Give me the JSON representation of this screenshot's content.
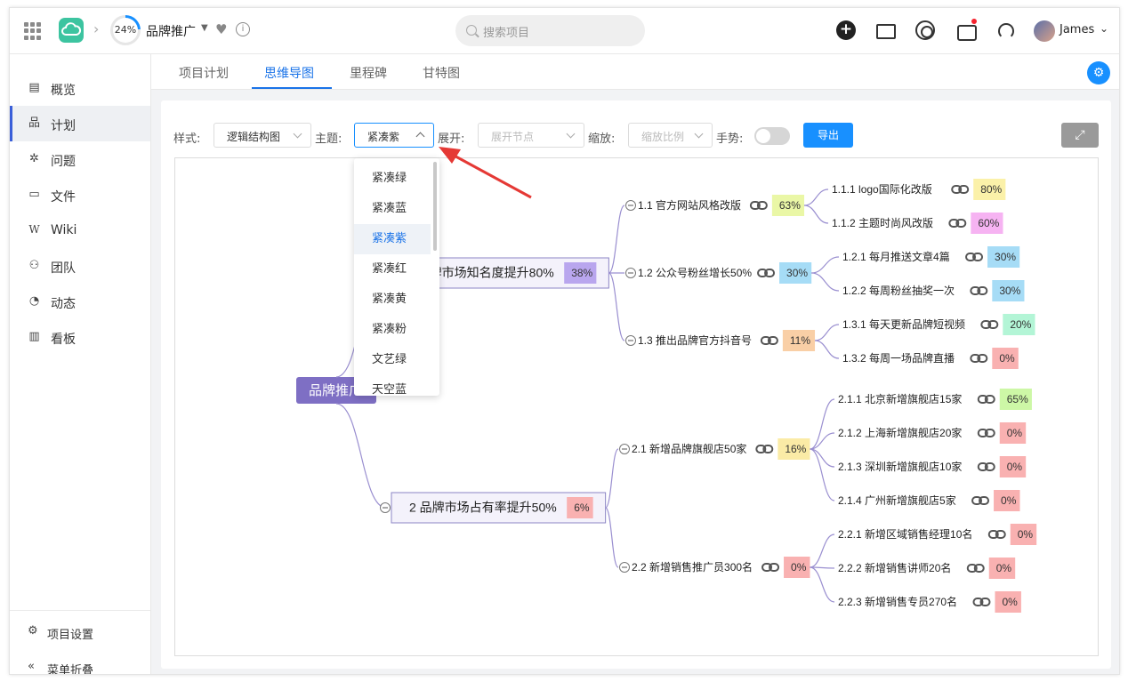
{
  "topbar": {
    "progress": "24%",
    "project_name": "品牌推广",
    "search_placeholder": "搜索项目",
    "user_name": "James"
  },
  "sidebar": {
    "items": [
      {
        "label": "概览",
        "icon": "list-icon"
      },
      {
        "label": "计划",
        "icon": "hierarchy-icon"
      },
      {
        "label": "问题",
        "icon": "bug-icon"
      },
      {
        "label": "文件",
        "icon": "folder-icon"
      },
      {
        "label": "Wiki",
        "icon": "wiki-icon"
      },
      {
        "label": "团队",
        "icon": "team-icon"
      },
      {
        "label": "动态",
        "icon": "fire-icon"
      },
      {
        "label": "看板",
        "icon": "bar-chart-icon"
      }
    ],
    "settings_label": "项目设置",
    "collapse_label": "菜单折叠"
  },
  "tabs": [
    "项目计划",
    "思维导图",
    "里程碑",
    "甘特图"
  ],
  "toolbar": {
    "style_label": "样式:",
    "style_value": "逻辑结构图",
    "theme_label": "主题:",
    "theme_value": "紧凑紫",
    "expand_label": "展开:",
    "expand_placeholder": "展开节点",
    "zoom_label": "缩放:",
    "zoom_placeholder": "缩放比例",
    "gesture_label": "手势:",
    "export_label": "导出"
  },
  "theme_options": [
    "紧凑绿",
    "紧凑蓝",
    "紧凑紫",
    "紧凑红",
    "紧凑黄",
    "紧凑粉",
    "文艺绿",
    "天空蓝"
  ],
  "mindmap": {
    "root": "品牌推广",
    "branches": [
      {
        "label": "1 品牌市场知名度提升80%",
        "pct": "38%",
        "pct_color": "#b9a6ee",
        "children": [
          {
            "label": "1.1 官方网站风格改版",
            "pct": "63%",
            "pct_color": "#eaf7a6",
            "children": [
              {
                "label": "1.1.1 logo国际化改版",
                "pct": "80%",
                "pct_color": "#fbf1a9"
              },
              {
                "label": "1.1.2 主题时尚风改版",
                "pct": "60%",
                "pct_color": "#f6b3f2"
              }
            ]
          },
          {
            "label": "1.2 公众号粉丝增长50%",
            "pct": "30%",
            "pct_color": "#a6dcf6",
            "children": [
              {
                "label": "1.2.1 每月推送文章4篇",
                "pct": "30%",
                "pct_color": "#a6dcf6"
              },
              {
                "label": "1.2.2 每周粉丝抽奖一次",
                "pct": "30%",
                "pct_color": "#a6dcf6"
              }
            ]
          },
          {
            "label": "1.3 推出品牌官方抖音号",
            "pct": "11%",
            "pct_color": "#f9cfa6",
            "children": [
              {
                "label": "1.3.1 每天更新品牌短视频",
                "pct": "20%",
                "pct_color": "#b3f5d6"
              },
              {
                "label": "1.3.2 每周一场品牌直播",
                "pct": "0%",
                "pct_color": "#f9b1b1"
              }
            ]
          }
        ]
      },
      {
        "label": "2 品牌市场占有率提升50%",
        "pct": "6%",
        "pct_color": "#f9b1b1",
        "children": [
          {
            "label": "2.1 新增品牌旗舰店50家",
            "pct": "16%",
            "pct_color": "#fbeba6",
            "children": [
              {
                "label": "2.1.1 北京新增旗舰店15家",
                "pct": "65%",
                "pct_color": "#cdf7a6"
              },
              {
                "label": "2.1.2 上海新增旗舰店20家",
                "pct": "0%",
                "pct_color": "#f9b1b1"
              },
              {
                "label": "2.1.3 深圳新增旗舰店10家",
                "pct": "0%",
                "pct_color": "#f9b1b1"
              },
              {
                "label": "2.1.4 广州新增旗舰店5家",
                "pct": "0%",
                "pct_color": "#f9b1b1"
              }
            ]
          },
          {
            "label": "2.2 新增销售推广员300名",
            "pct": "0%",
            "pct_color": "#f9b1b1",
            "children": [
              {
                "label": "2.2.1 新增区域销售经理10名",
                "pct": "0%",
                "pct_color": "#f9b1b1"
              },
              {
                "label": "2.2.2 新增销售讲师20名",
                "pct": "0%",
                "pct_color": "#f9b1b1"
              },
              {
                "label": "2.2.3 新增销售专员270名",
                "pct": "0%",
                "pct_color": "#f9b1b1"
              }
            ]
          }
        ]
      }
    ]
  },
  "colors": {
    "accent": "#1890ff",
    "root": "#7e6fc4",
    "line": "#9a8fd0",
    "arrow": "#e53935"
  }
}
